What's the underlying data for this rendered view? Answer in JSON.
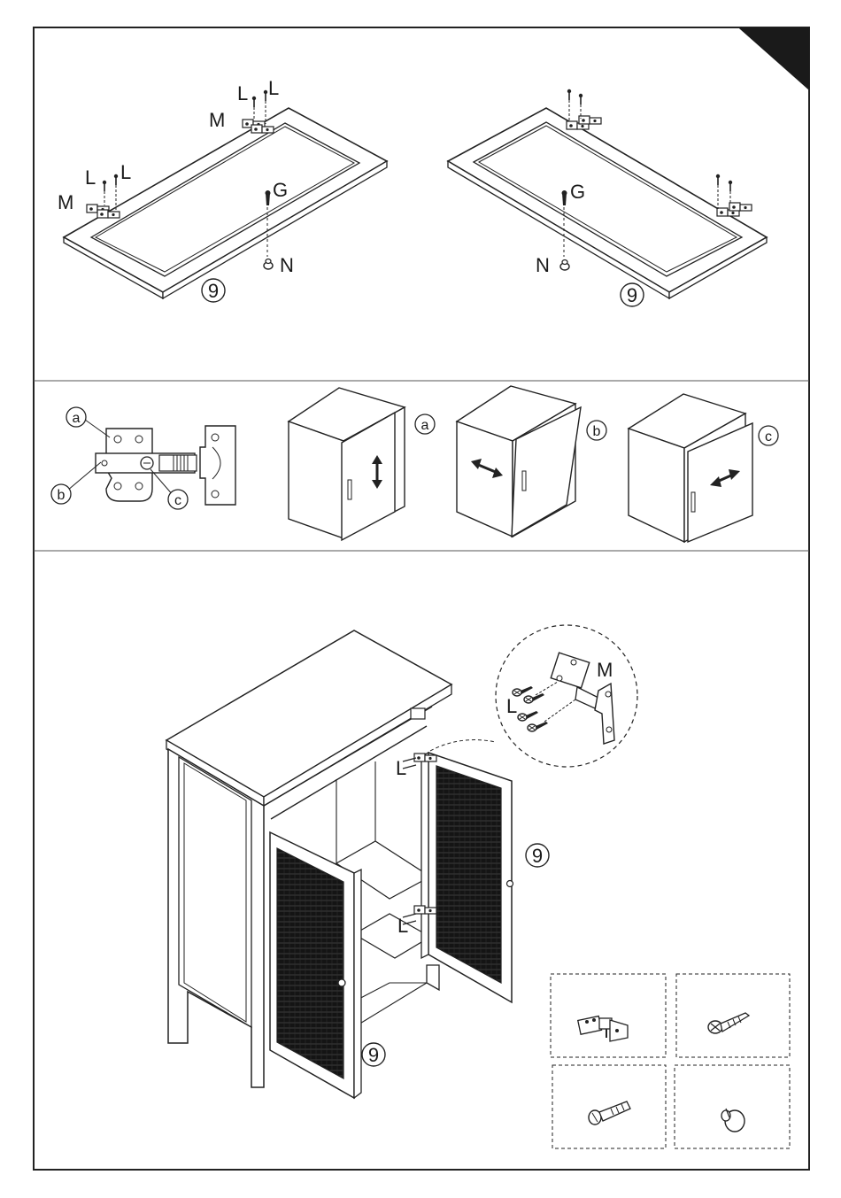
{
  "step_number": "9",
  "top_panel": {
    "left_door": {
      "labels": {
        "l1": "L",
        "l2": "L",
        "l3": "L",
        "l4": "L",
        "m1": "M",
        "m2": "M",
        "g": "G",
        "n": "N"
      },
      "part_number": "9"
    },
    "right_door": {
      "labels": {
        "g": "G",
        "n": "N"
      },
      "part_number": "9"
    }
  },
  "adjust_panel": {
    "hinge_callouts": {
      "a": "a",
      "b": "b",
      "c": "c"
    },
    "cabinets": [
      {
        "key": "a",
        "label": "a",
        "direction": "vertical"
      },
      {
        "key": "b",
        "label": "b",
        "direction": "depth"
      },
      {
        "key": "c",
        "label": "c",
        "direction": "horizontal"
      }
    ]
  },
  "assembly_panel": {
    "labels": {
      "l_upper": "L",
      "l_lower": "L",
      "detail_l": "L",
      "detail_m": "M",
      "door_right": "9",
      "door_left": "9"
    },
    "parts": [
      {
        "name": "hinge",
        "icon": "hinge-icon"
      },
      {
        "name": "screw",
        "icon": "screw-icon"
      },
      {
        "name": "bolt",
        "icon": "bolt-icon"
      },
      {
        "name": "knob",
        "icon": "knob-icon"
      }
    ]
  }
}
